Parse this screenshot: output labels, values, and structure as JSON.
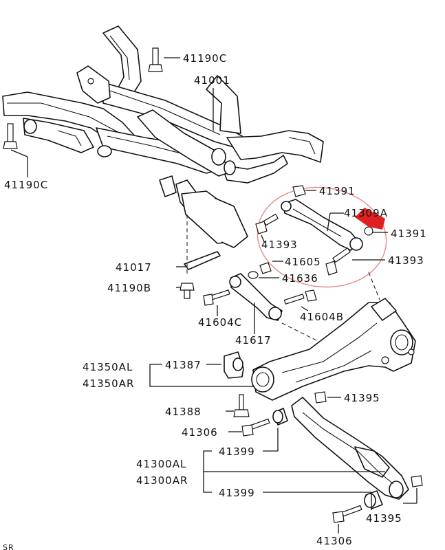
{
  "diagram": {
    "parts": [
      {
        "id": "p41190c_top",
        "label": "41190C"
      },
      {
        "id": "p41001",
        "label": "41001"
      },
      {
        "id": "p41190c_left",
        "label": "41190C"
      },
      {
        "id": "p41391_a",
        "label": "41391"
      },
      {
        "id": "p41309a",
        "label": "41309A"
      },
      {
        "id": "p41391_b",
        "label": "41391"
      },
      {
        "id": "p41393_a",
        "label": "41393"
      },
      {
        "id": "p41393_b",
        "label": "41393"
      },
      {
        "id": "p41605",
        "label": "41605"
      },
      {
        "id": "p41636",
        "label": "41636"
      },
      {
        "id": "p41017",
        "label": "41017"
      },
      {
        "id": "p41190b",
        "label": "41190B"
      },
      {
        "id": "p41604c",
        "label": "41604C"
      },
      {
        "id": "p41604b",
        "label": "41604B"
      },
      {
        "id": "p41617",
        "label": "41617"
      },
      {
        "id": "p41350al",
        "label": "41350AL"
      },
      {
        "id": "p41350ar",
        "label": "41350AR"
      },
      {
        "id": "p41387",
        "label": "41387"
      },
      {
        "id": "p41395_a",
        "label": "41395"
      },
      {
        "id": "p41388",
        "label": "41388"
      },
      {
        "id": "p41306_a",
        "label": "41306"
      },
      {
        "id": "p41399_a",
        "label": "41399"
      },
      {
        "id": "p41300al",
        "label": "41300AL"
      },
      {
        "id": "p41300ar",
        "label": "41300AR"
      },
      {
        "id": "p41399_b",
        "label": "41399"
      },
      {
        "id": "p41395_b",
        "label": "41395"
      },
      {
        "id": "p41306_b",
        "label": "41306"
      }
    ],
    "footer_code": "SR",
    "highlight_color": "#e02020",
    "circle_color": "#e88a8a"
  }
}
